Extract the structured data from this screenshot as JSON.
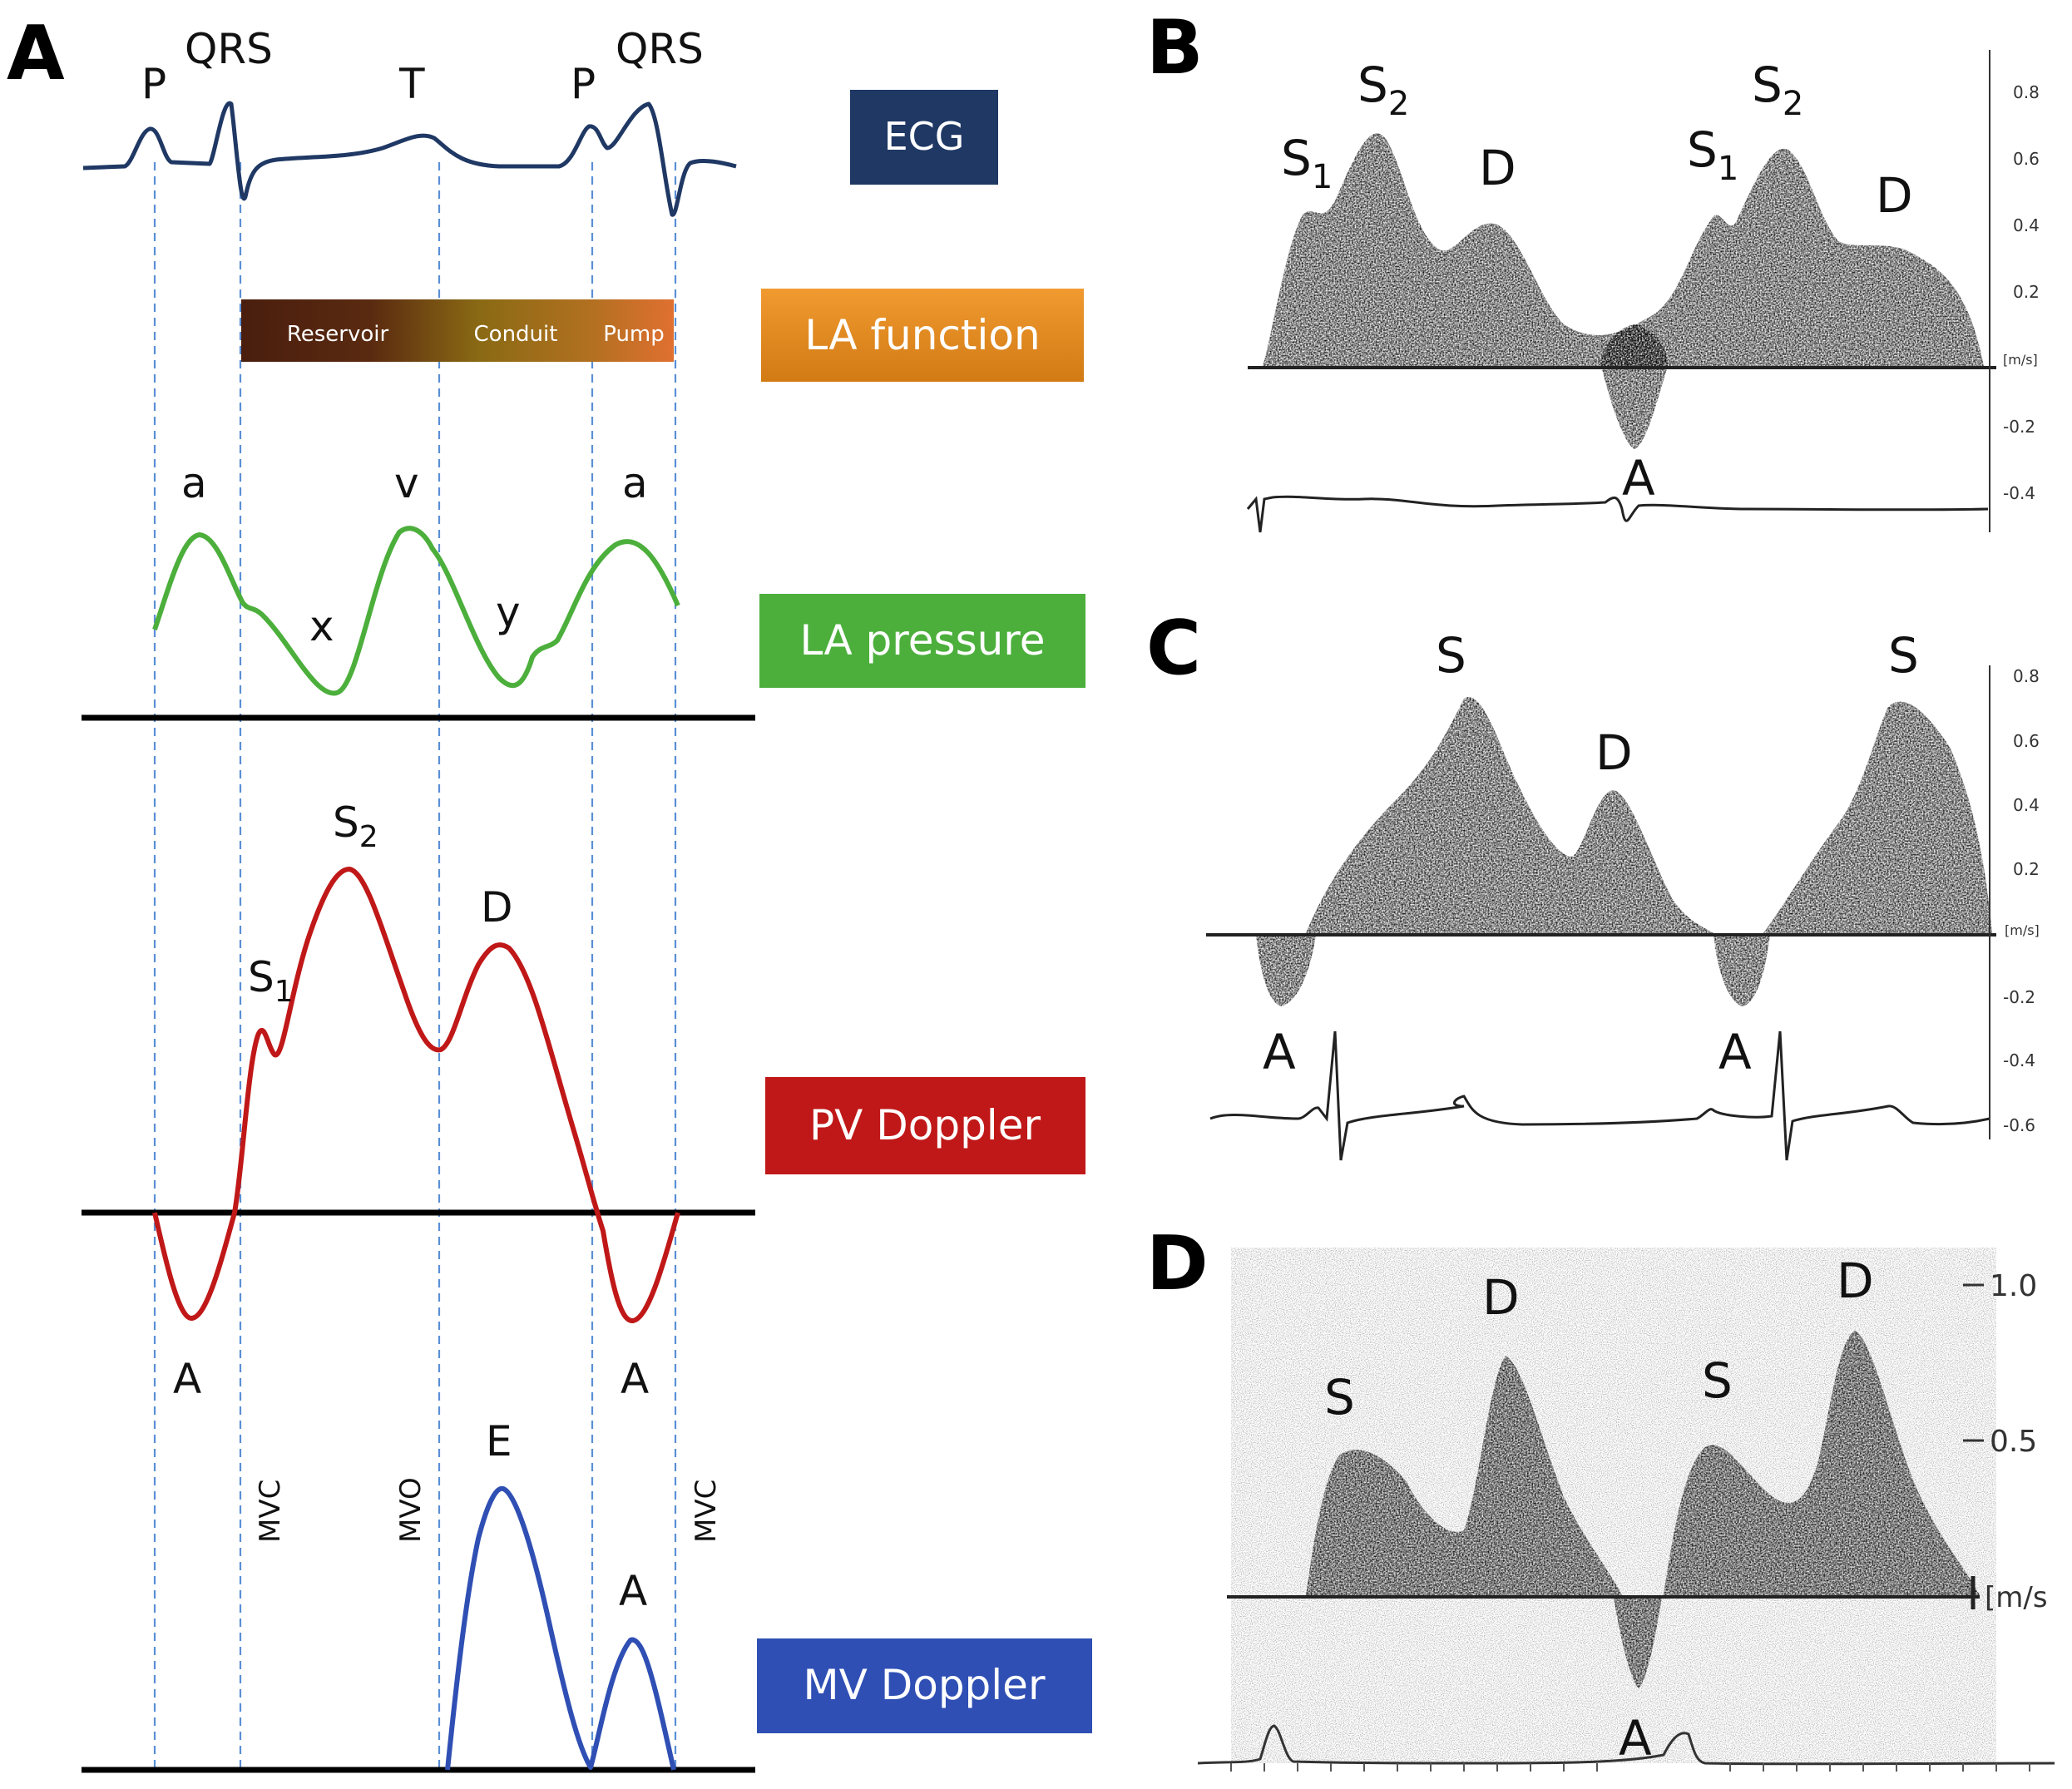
{
  "panels": {
    "A": "A",
    "B": "B",
    "C": "C",
    "D": "D"
  },
  "ecg": {
    "waves": [
      "P",
      "QRS",
      "T",
      "P",
      "QRS"
    ]
  },
  "legend": {
    "ecg": "ECG",
    "la_function": "LA function",
    "la_pressure": "LA pressure",
    "pv_doppler": "PV Doppler",
    "mv_doppler": "MV Doppler"
  },
  "colors": {
    "ecg": "#1f3864",
    "la_function": "#e08a1e",
    "la_pressure": "#4caf3c",
    "pv_doppler": "#c01818",
    "mv_doppler": "#2f4fb4",
    "guide": "#5a8fd6"
  },
  "la_phases": [
    "Reservoir",
    "Conduit",
    "Pump"
  ],
  "la_pressure_labels": [
    "a",
    "v",
    "a",
    "x",
    "y"
  ],
  "pv_labels": {
    "s1": "S",
    "s1_sub": "1",
    "s2": "S",
    "s2_sub": "2",
    "d": "D",
    "a1": "A",
    "a2": "A"
  },
  "valve_events": [
    "MVC",
    "MVO",
    "MVC"
  ],
  "mv_labels": [
    "E",
    "A"
  ],
  "panel_b": {
    "labels": {
      "s1": "S",
      "s1_sub": "1",
      "s2": "S",
      "s2_sub": "2",
      "d": "D",
      "s1b": "S",
      "s1b_sub": "1",
      "s2b": "S",
      "s2b_sub": "2",
      "db": "D",
      "a": "A"
    },
    "ticks": [
      "0.8",
      "0.6",
      "0.4",
      "0.2",
      "-0.2",
      "-0.4"
    ],
    "unit": "[m/s]"
  },
  "panel_c": {
    "labels": [
      "S",
      "D",
      "S",
      "A",
      "A"
    ],
    "ticks": [
      "0.8",
      "0.6",
      "0.4",
      "0.2",
      "-0.2",
      "-0.4",
      "-0.6"
    ],
    "unit": "[m/s]"
  },
  "panel_d": {
    "labels": [
      "S",
      "D",
      "S",
      "D",
      "A"
    ],
    "ticks": [
      "1.0",
      "0.5"
    ],
    "unit": "[m/s"
  }
}
